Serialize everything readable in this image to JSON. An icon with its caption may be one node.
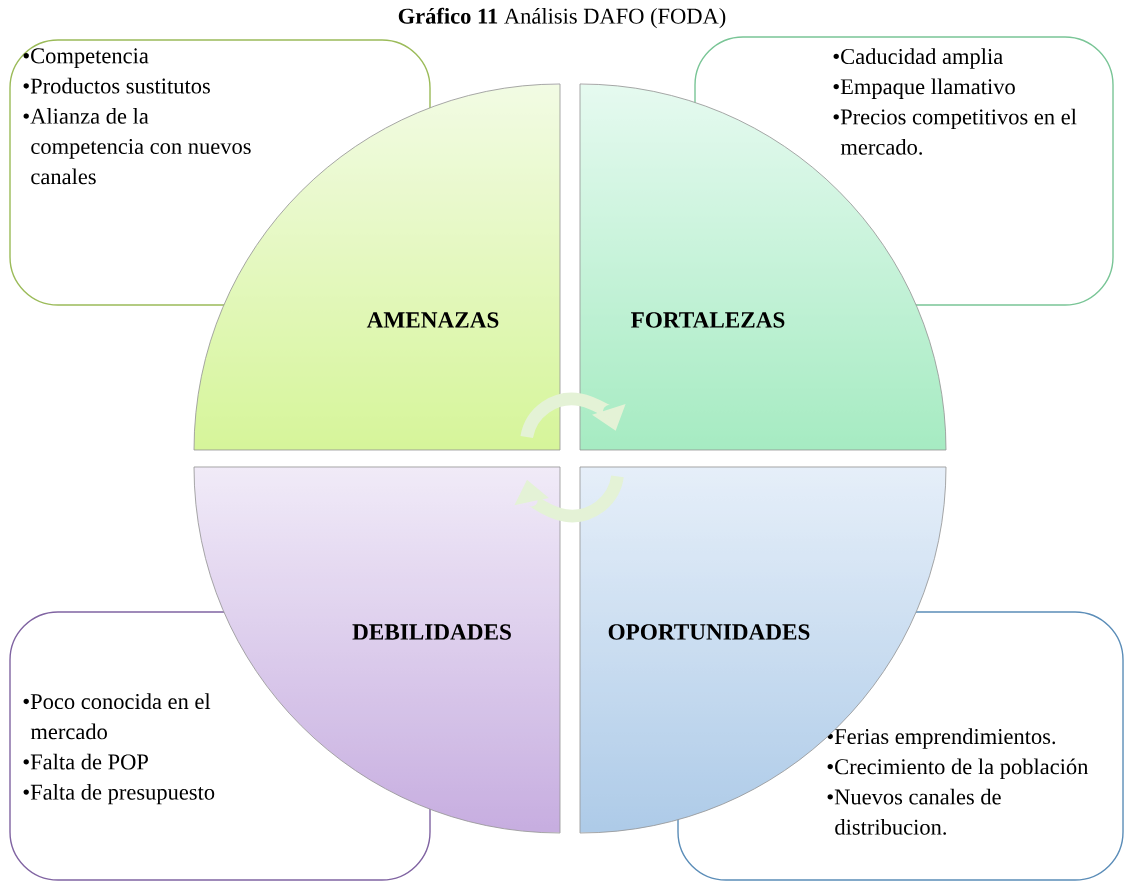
{
  "diagram": {
    "title": "**Gráfico 11** Análisis DAFO (FODA)",
    "nodes": [
      {
        "text": [
          "•Competencia",
          "•Productos sustitutos",
          "•Alianza de la competencia con nuevos canales"
        ]
      },
      {
        "text": [
          "•Caducidad amplia",
          "•Empaque llamativo",
          "•Precios competitivos en el mercado."
        ]
      },
      {
        "text": [
          "AMENAZAS"
        ]
      },
      {
        "text": [
          "FORTALEZAS"
        ]
      },
      {
        "text": [
          "DEBILIDADES"
        ]
      },
      {
        "text": [
          "OPORTUNIDADES"
        ]
      },
      {
        "text": [
          "•Poco conocida en el mercado",
          "•Falta de POP",
          "•Falta de presupuesto"
        ]
      },
      {
        "text": [
          "•Ferias emprendimientos.",
          "•Crecimiento de la población",
          "•Nuevos canales de distribucion."
        ]
      }
    ],
    "edges": [
      {
        "from": 2,
        "to": 3,
        "arrow": "to"
      },
      {
        "from": 5,
        "to": 4,
        "arrow": "to"
      }
    ]
  }
}
